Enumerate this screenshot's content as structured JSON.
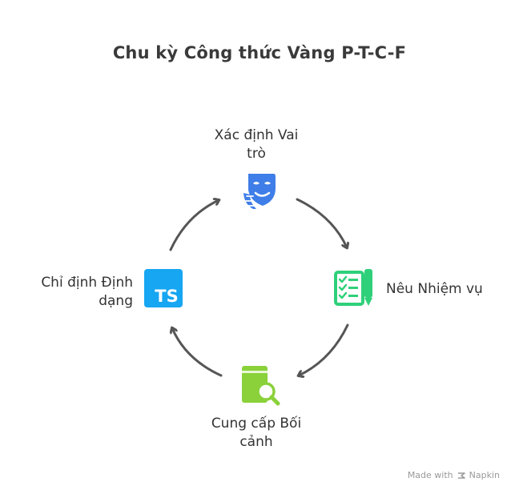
{
  "title": "Chu kỳ Công thức Vàng P-T-C-F",
  "steps": [
    {
      "lines": [
        "Xác định Vai",
        "trò"
      ],
      "icon": "theater-mask-icon"
    },
    {
      "lines": [
        "Nêu Nhiệm vụ"
      ],
      "icon": "checklist-pen-icon"
    },
    {
      "lines": [
        "Cung cấp Bối",
        "cảnh"
      ],
      "icon": "book-magnifier-icon"
    },
    {
      "lines": [
        "Chỉ định Định",
        "dạng"
      ],
      "icon": "typescript-icon"
    }
  ],
  "ts_icon_text": "TS",
  "footer": {
    "made_with": "Made with",
    "brand": "Napkin"
  },
  "colors": {
    "mask": "#3f7ee8",
    "checklist": "#2fd07a",
    "book": "#8ad13a",
    "typescript": "#16a6f2",
    "arrow": "#555555",
    "text": "#333333"
  }
}
